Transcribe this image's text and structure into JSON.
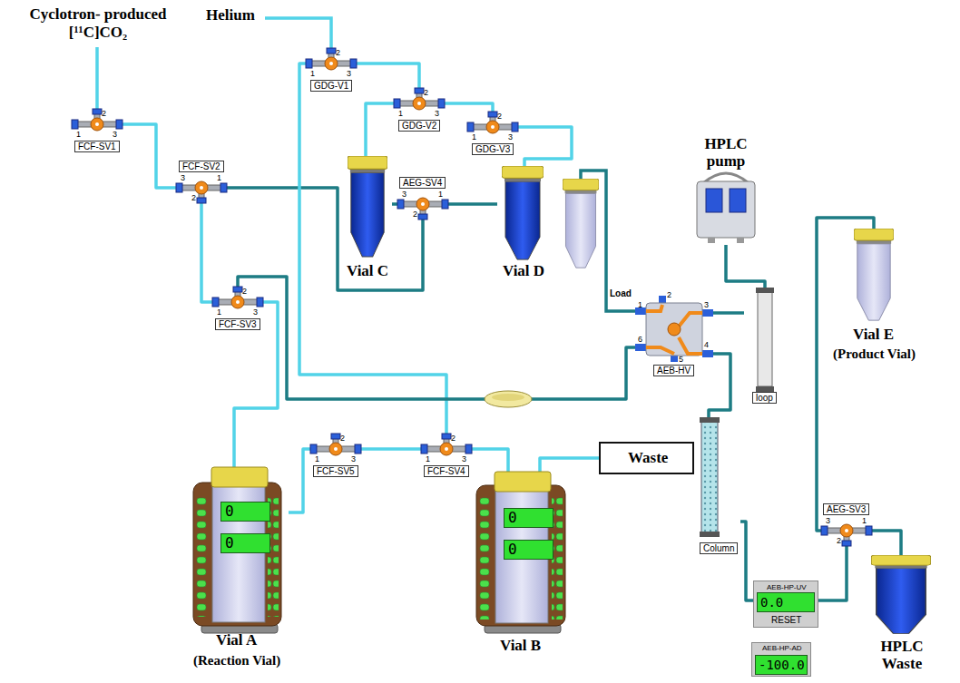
{
  "diagram": {
    "nodes": [
      {
        "text": [
          "FCF-SV1"
        ]
      },
      {
        "text": [
          "FCF-SV2"
        ]
      },
      {
        "text": [
          "FCF-SV3"
        ]
      },
      {
        "text": [
          "GDG-V1"
        ]
      },
      {
        "text": [
          "GDG-V2"
        ]
      },
      {
        "text": [
          "GDG-V3"
        ]
      },
      {
        "text": [
          "AEG-SV4"
        ]
      },
      {
        "text": [
          "Vial C"
        ]
      },
      {
        "text": [
          "Vial D"
        ]
      },
      {
        "text": [
          "HPLC pump"
        ]
      },
      {
        "text": [
          "AEB-HV"
        ]
      },
      {
        "text": [
          "loop"
        ]
      },
      {
        "text": [
          "Vial E",
          "(Product Vial)"
        ]
      },
      {
        "text": [
          "FCF-SV5"
        ]
      },
      {
        "text": [
          "FCF-SV4"
        ]
      },
      {
        "text": [
          "Waste"
        ]
      },
      {
        "text": [
          "Column"
        ]
      },
      {
        "text": [
          "AEG-SV3"
        ]
      },
      {
        "text": [
          "0",
          "0",
          "Vial A",
          "(Reaction Vial)"
        ]
      },
      {
        "text": [
          "0",
          "0",
          "Vial B"
        ]
      },
      {
        "text": [
          "AEB-HP-UV",
          "0.0",
          "RESET"
        ]
      },
      {
        "text": [
          "AEB-HP-AD",
          "-100.0"
        ]
      },
      {
        "text": [
          "HPLC Waste"
        ]
      }
    ],
    "edges": [
      {
        "from": 0,
        "to": 1,
        "arrow": "none"
      },
      {
        "from": 1,
        "to": 2,
        "arrow": "none"
      },
      {
        "from": 2,
        "to": 18,
        "arrow": "none"
      },
      {
        "from": 1,
        "to": 6,
        "arrow": "none"
      },
      {
        "from": 3,
        "to": 14,
        "arrow": "none"
      },
      {
        "from": 3,
        "to": 4,
        "arrow": "none"
      },
      {
        "from": 4,
        "to": 7,
        "arrow": "none"
      },
      {
        "from": 4,
        "to": 5,
        "arrow": "none"
      },
      {
        "from": 5,
        "to": 8,
        "arrow": "none"
      },
      {
        "from": 7,
        "to": 6,
        "arrow": "none"
      },
      {
        "from": 6,
        "to": 8,
        "arrow": "none"
      },
      {
        "from": 2,
        "to": 10,
        "arrow": "none"
      },
      {
        "from": 9,
        "to": 11,
        "arrow": "none"
      },
      {
        "from": 10,
        "to": 11,
        "arrow": "none"
      },
      {
        "from": 10,
        "to": 16,
        "arrow": "none"
      },
      {
        "from": 16,
        "to": 20,
        "arrow": "none"
      },
      {
        "from": 20,
        "to": 17,
        "arrow": "none"
      },
      {
        "from": 17,
        "to": 12,
        "arrow": "none"
      },
      {
        "from": 17,
        "to": 22,
        "arrow": "none"
      },
      {
        "from": 13,
        "to": 18,
        "arrow": "none"
      },
      {
        "from": 13,
        "to": 14,
        "arrow": "none"
      },
      {
        "from": 14,
        "to": 19,
        "arrow": "none"
      },
      {
        "from": 19,
        "to": 15,
        "arrow": "none"
      }
    ],
    "labels": [
      "Cyclotron- produced [¹¹C]CO₂",
      "Helium",
      "1",
      "2",
      "3",
      "1",
      "2",
      "3",
      "1",
      "2",
      "3",
      "1",
      "2",
      "3",
      "1",
      "2",
      "3",
      "1",
      "2",
      "3",
      "1",
      "2",
      "3",
      "1",
      "2",
      "3",
      "1",
      "2",
      "3",
      "1",
      "2",
      "3",
      "Load",
      "1",
      "2",
      "3",
      "4",
      "5",
      "6"
    ]
  }
}
